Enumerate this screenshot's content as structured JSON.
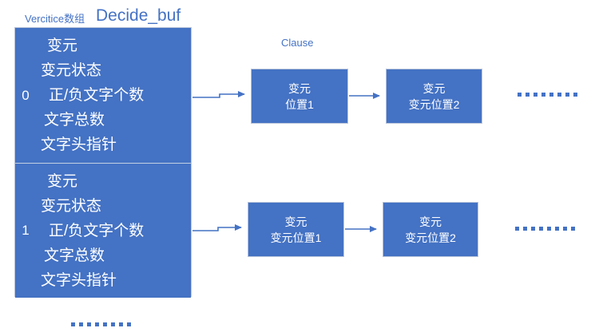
{
  "diagram": {
    "title_small": "Vercitice数组",
    "title_main": "Decide_buf",
    "clause_label": "Clause"
  },
  "vertice_array": {
    "cells": [
      {
        "index": "0",
        "fields": [
          "变元",
          "变元状态",
          "正/负文字个数",
          "文字总数",
          "文字头指针"
        ]
      },
      {
        "index": "1",
        "fields": [
          "变元",
          "变元状态",
          "正/负文字个数",
          "文字总数",
          "文字头指针"
        ]
      }
    ]
  },
  "clause_rows": [
    {
      "boxes": [
        {
          "line1": "变元",
          "line2": "位置1"
        },
        {
          "line1": "变元",
          "line2": "变元位置2"
        }
      ]
    },
    {
      "boxes": [
        {
          "line1": "变元",
          "line2": "变元位置1"
        },
        {
          "line1": "变元",
          "line2": "变元位置2"
        }
      ]
    }
  ],
  "colors": {
    "box_fill": "#4472C4",
    "box_border": "#b8c4d9",
    "accent_text": "#4472C4",
    "box_text": "#ffffff",
    "arrow": "#4472C4"
  },
  "icons": {
    "continuation_row1": "horizontal-dotted-line",
    "continuation_row2": "horizontal-dotted-line",
    "continuation_bottom": "horizontal-dotted-line"
  }
}
